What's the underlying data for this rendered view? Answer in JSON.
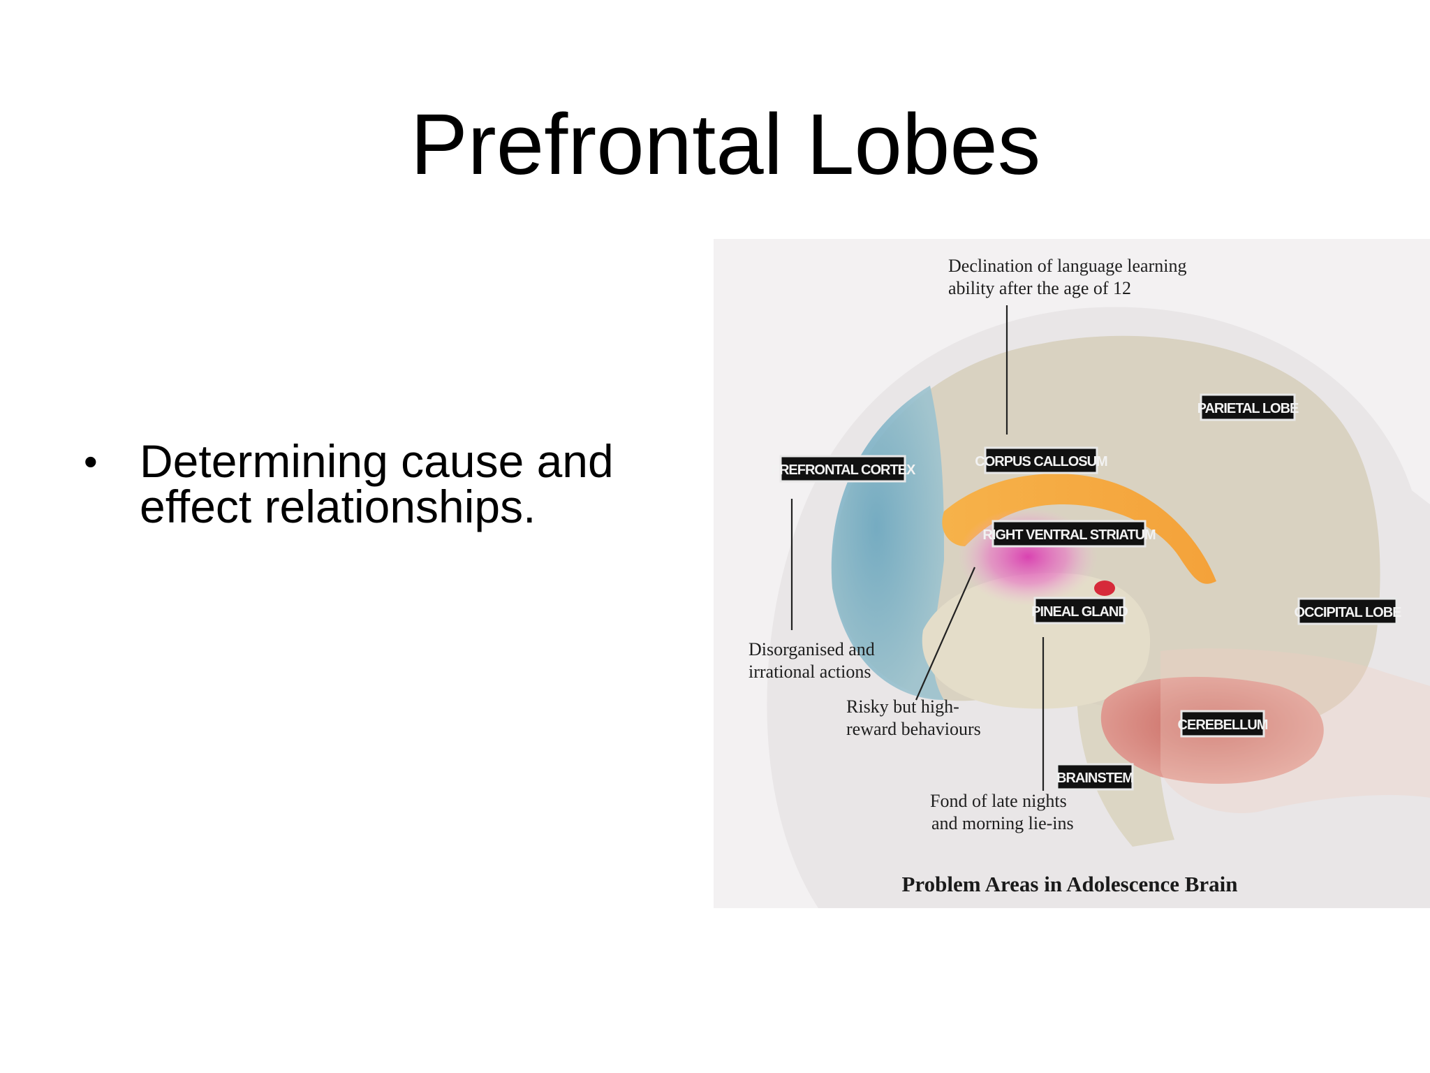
{
  "slide": {
    "title": "Prefrontal Lobes",
    "bullets": [
      "Determining cause and effect relationships."
    ]
  },
  "figure": {
    "caption": "Problem Areas in Adolescence Brain",
    "labels": {
      "parietal_lobe": "PARIETAL LOBE",
      "corpus_callosum": "CORPUS CALLOSUM",
      "prefrontal_cortex": "PREFRONTAL CORTEX",
      "right_ventral_striatum": "RIGHT VENTRAL STRIATUM",
      "pineal_gland": "PINEAL GLAND",
      "occipital_lobe": "OCCIPITAL LOBE",
      "cerebellum": "CEREBELLUM",
      "brainstem": "BRAINSTEM"
    },
    "notes": {
      "language": [
        "Declination of language learning",
        "ability after the age of 12"
      ],
      "disorganised": [
        "Disorganised and",
        "irrational actions"
      ],
      "risky": [
        "Risky but high-",
        "reward behaviours"
      ],
      "sleep": [
        "Fond of late nights",
        "and morning lie-ins"
      ]
    },
    "colors": {
      "cortex": "#d9d2c1",
      "prefrontal": "#7fb0c4",
      "corpus_callosum": "#f2a941",
      "striatum": "#e25bb6",
      "pineal": "#d62a3a",
      "cerebellum": "#d98a82",
      "brainstem": "#dcd6c4"
    }
  }
}
